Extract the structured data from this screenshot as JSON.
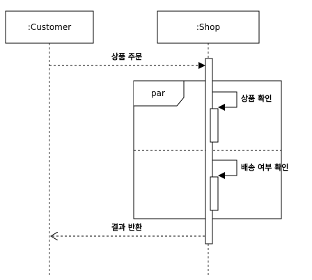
{
  "participants": [
    {
      "name": ":Customer"
    },
    {
      "name": ":Shop"
    }
  ],
  "fragment": {
    "operator": "par"
  },
  "messages": {
    "order": "상품 주문",
    "check_product": "상품 확인",
    "check_delivery": "배송 여부 확인",
    "return_result": "결과 반환"
  }
}
